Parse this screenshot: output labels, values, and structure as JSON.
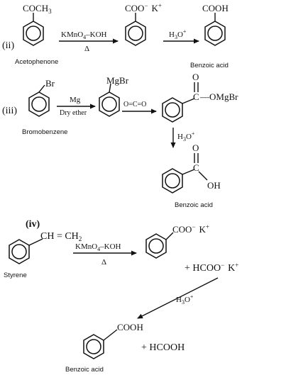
{
  "colors": {
    "ink": "#111111",
    "background": "#ffffff"
  },
  "reaction_ii": {
    "label": "(ii)",
    "reactant_group": "COCH",
    "reactant_group_sub": "3",
    "reactant_name": "Acetophenone",
    "reagent": "KMnO",
    "reagent_sub": "4",
    "reagent_rest": "–KOH",
    "condition": "Δ",
    "intermediate_group": "COO",
    "intermediate_charge": "−",
    "intermediate_cation": "K",
    "intermediate_cation_charge": "+",
    "acid_reagent": "H",
    "acid_reagent_sub": "3",
    "acid_reagent_rest": "O",
    "acid_reagent_charge": "+",
    "product_group": "COOH",
    "product_name": "Benzoic acid"
  },
  "reaction_iii": {
    "label": "(iii)",
    "reactant_group": "Br",
    "reactant_name": "Bromobenzene",
    "reagent_top": "Mg",
    "reagent_bottom": "Dry ether",
    "grignard_group": "MgBr",
    "co2_reagent": "O=C=O",
    "intermediate_oxygen": "O",
    "intermediate_carbon": "C",
    "intermediate_group": "—OMgBr",
    "acid_reagent": "H",
    "acid_reagent_sub": "3",
    "acid_reagent_rest": "O",
    "acid_reagent_charge": "+",
    "product_oxygen": "O",
    "product_carbon": "C",
    "product_oh": "OH",
    "product_name": "Benzoic acid"
  },
  "reaction_iv": {
    "label": "(iv)",
    "reactant_group": "CH = CH",
    "reactant_group_sub": "2",
    "reactant_name": "Styrene",
    "reagent": "KMnO",
    "reagent_sub": "4",
    "reagent_rest": "–KOH",
    "condition": "Δ",
    "intermediate_group": "COO",
    "intermediate_charge": "−",
    "intermediate_cation": "K",
    "intermediate_cation_charge": "+",
    "byproduct": "+ HCOO",
    "byproduct_charge": "−",
    "byproduct_cation": "K",
    "byproduct_cation_charge": "+",
    "acid_reagent": "H",
    "acid_reagent_sub": "3",
    "acid_reagent_rest": "O",
    "acid_reagent_charge": "+",
    "product_group": "COOH",
    "product_byproduct": "+ HCOOH",
    "product_name": "Benzoic acid"
  }
}
